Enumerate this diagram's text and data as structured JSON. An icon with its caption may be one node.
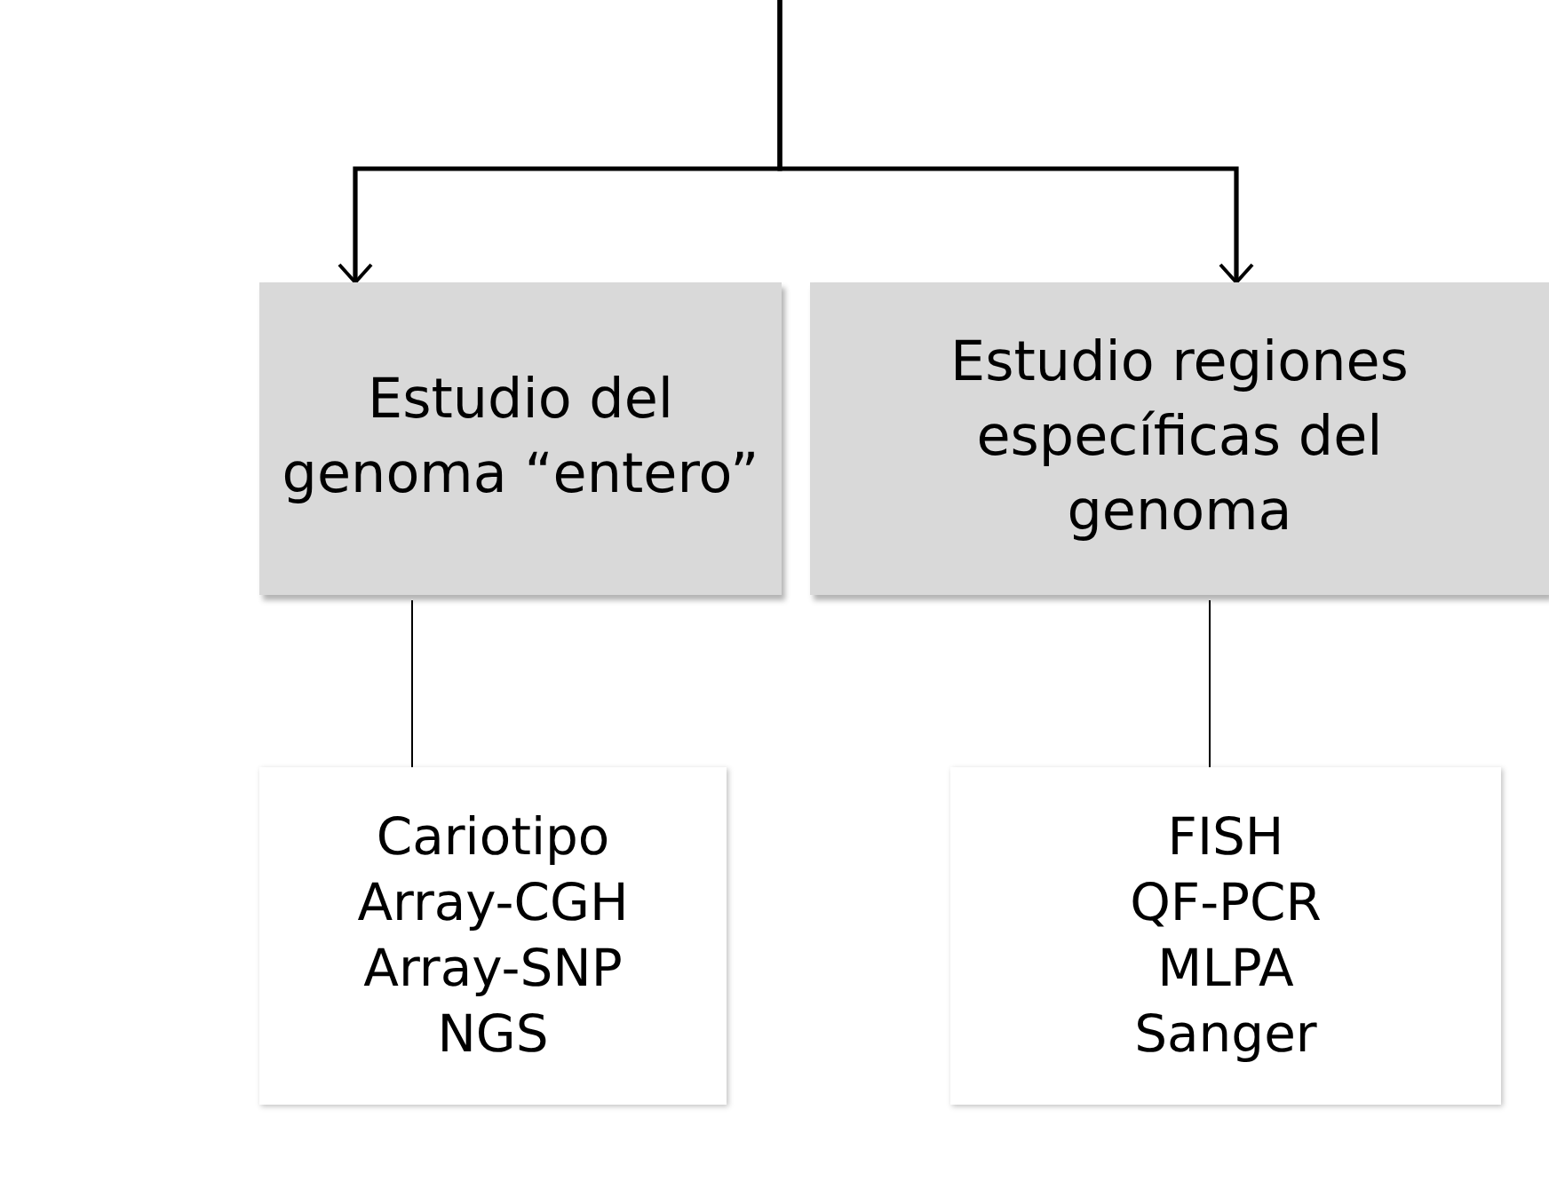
{
  "diagram": {
    "nodes": [
      {
        "text": [
          "Estudio del genoma “entero”"
        ]
      },
      {
        "text": [
          "Estudio regiones específicas del genoma"
        ]
      },
      {
        "text": [
          "Cariotipo",
          "Array-CGH",
          "Array-SNP",
          "NGS"
        ]
      },
      {
        "text": [
          "FISH",
          "QF-PCR",
          "MLPA",
          "Sanger"
        ]
      }
    ],
    "edges": [
      {
        "from": null,
        "to": 0,
        "arrow": "to",
        "style": "thick"
      },
      {
        "from": null,
        "to": 1,
        "arrow": "to",
        "style": "thick"
      },
      {
        "from": 0,
        "to": 2,
        "arrow": "none"
      },
      {
        "from": 1,
        "to": 3,
        "arrow": "none"
      }
    ]
  }
}
